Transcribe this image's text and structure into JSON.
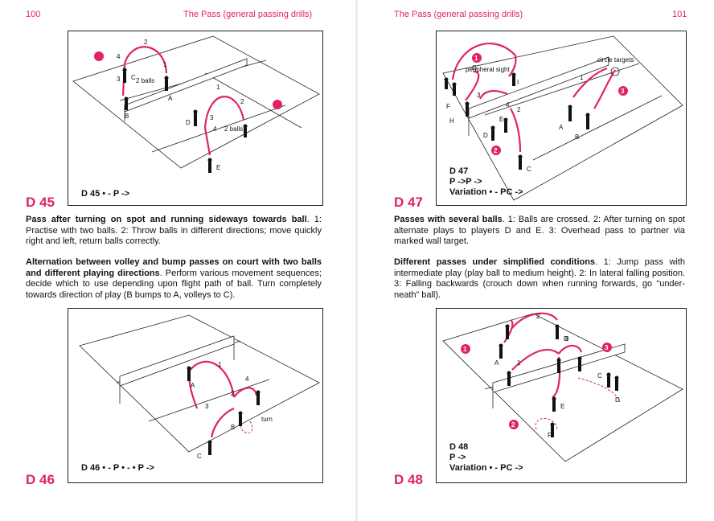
{
  "left_page": {
    "page_number": "100",
    "running_head": "The Pass (general passing drills)",
    "d45": {
      "code": "D 45",
      "label": "D 45  • - P ->",
      "figure_labels": {
        "a": "A",
        "b": "B",
        "c": "C",
        "d": "D",
        "e": "E",
        "two_balls_1": "2 balls",
        "two_balls_2": "2 balls",
        "n1": "1",
        "n2": "2",
        "n3": "3",
        "n4": "4",
        "m1": "1",
        "m2": "2",
        "m3": "3",
        "m4": "4"
      }
    },
    "text1": {
      "title": "Pass after turning on spot and running sideways towards ball",
      "body": ". 1: Practise with two balls. 2: Throw balls in different directions; move quickly right and left, return balls correctly."
    },
    "text2": {
      "title": "Alternation between volley and bump passes on court with two balls and different playing directions",
      "body": ". Perform various movement sequences; decide which to use depending upon flight path of ball. Turn completely towards direction of play (B bumps to A, volleys to C)."
    },
    "d46": {
      "code": "D 46",
      "label": "D 46  • - P • - • P ->",
      "figure_labels": {
        "a": "A",
        "b": "B",
        "c": "C",
        "turn": "turn",
        "n1": "1",
        "n2": "2",
        "n3": "3",
        "n4": "4"
      }
    }
  },
  "right_page": {
    "page_number": "101",
    "running_head": "The Pass (general passing drills)",
    "d47": {
      "code": "D 47",
      "label_line1": "D 47",
      "label_line2": "P ->P ->",
      "label_line3": "Variation  • - PC ->",
      "figure_labels": {
        "a": "A",
        "b": "B",
        "c": "C",
        "d": "D",
        "e": "E",
        "f": "F",
        "g": "G",
        "h": "H",
        "i": "I",
        "peripheral": "peripheral sight",
        "targets": "circle targets",
        "c1": "1",
        "c2": "2",
        "c3": "3",
        "n1": "1",
        "n2": "2",
        "n3": "3",
        "n4": "4"
      }
    },
    "text1": {
      "title": "Passes with several balls",
      "body": ". 1: Balls are crossed. 2: After turning on spot alternate plays to players D and E. 3: Overhead pass to partner via marked wall target."
    },
    "text2": {
      "title": "Different passes under simplified conditions",
      "body": ". 1: Jump pass with intermediate play (play ball to medium height). 2: In lateral falling position. 3: Falling backwards (crouch down when running forwards, go “under-neath” ball)."
    },
    "d48": {
      "code": "D 48",
      "label_line1": "D 48",
      "label_line2": "P ->",
      "label_line3": "Variation  • - PC ->",
      "figure_labels": {
        "a": "A",
        "b": "B",
        "c": "C",
        "d": "D",
        "e": "E",
        "f": "F",
        "c1": "1",
        "c2": "2",
        "c3": "3",
        "n1": "1",
        "n2": "2",
        "n3": "3"
      }
    }
  },
  "colors": {
    "accent": "#e0245e",
    "ink": "#111111"
  }
}
